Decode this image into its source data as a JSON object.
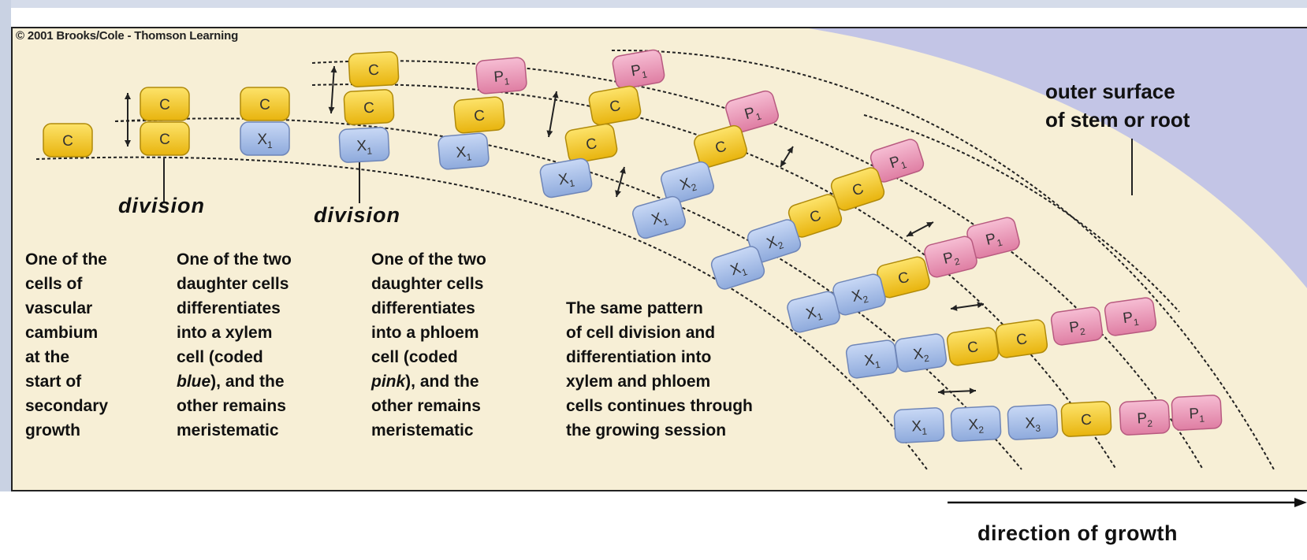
{
  "copyright": "© 2001 Brooks/Cole - Thomson Learning",
  "division_labels": [
    "division",
    "division"
  ],
  "cell_labels": {
    "cambium": "C",
    "xylem_1": "X1",
    "xylem_2": "X2",
    "xylem_3": "X3",
    "phloem_1": "P1",
    "phloem_2": "P2"
  },
  "columns": [
    {
      "lines": [
        "One of the",
        "cells of",
        "vascular",
        "cambium",
        "at the",
        "start of",
        "secondary",
        "growth"
      ]
    },
    {
      "lines": [
        "One of the two",
        "daughter cells",
        "differentiates",
        "into a xylem",
        "cell (coded"
      ],
      "em_word": "blue",
      "em_suffix": "), and the",
      "tail": [
        "other remains",
        "meristematic"
      ]
    },
    {
      "lines": [
        "One of the two",
        "daughter cells",
        "differentiates",
        "into a phloem",
        "cell (coded"
      ],
      "em_word": "pink",
      "em_suffix": "), and the",
      "tail": [
        "other remains",
        "meristematic"
      ]
    },
    {
      "lines": [
        "The same pattern",
        "of cell division and",
        "differentiation into",
        "xylem and phloem",
        "cells continues through",
        " the growing session"
      ]
    }
  ],
  "outer_surface_label": [
    "outer surface",
    "of stem or root"
  ],
  "growth_label": "direction of growth",
  "colors": {
    "cambium": "#f3c623",
    "xylem": "#a9c1e8",
    "phloem": "#ee9cba",
    "background": "#f7efd6",
    "outer_region": "#c3c5e6"
  }
}
